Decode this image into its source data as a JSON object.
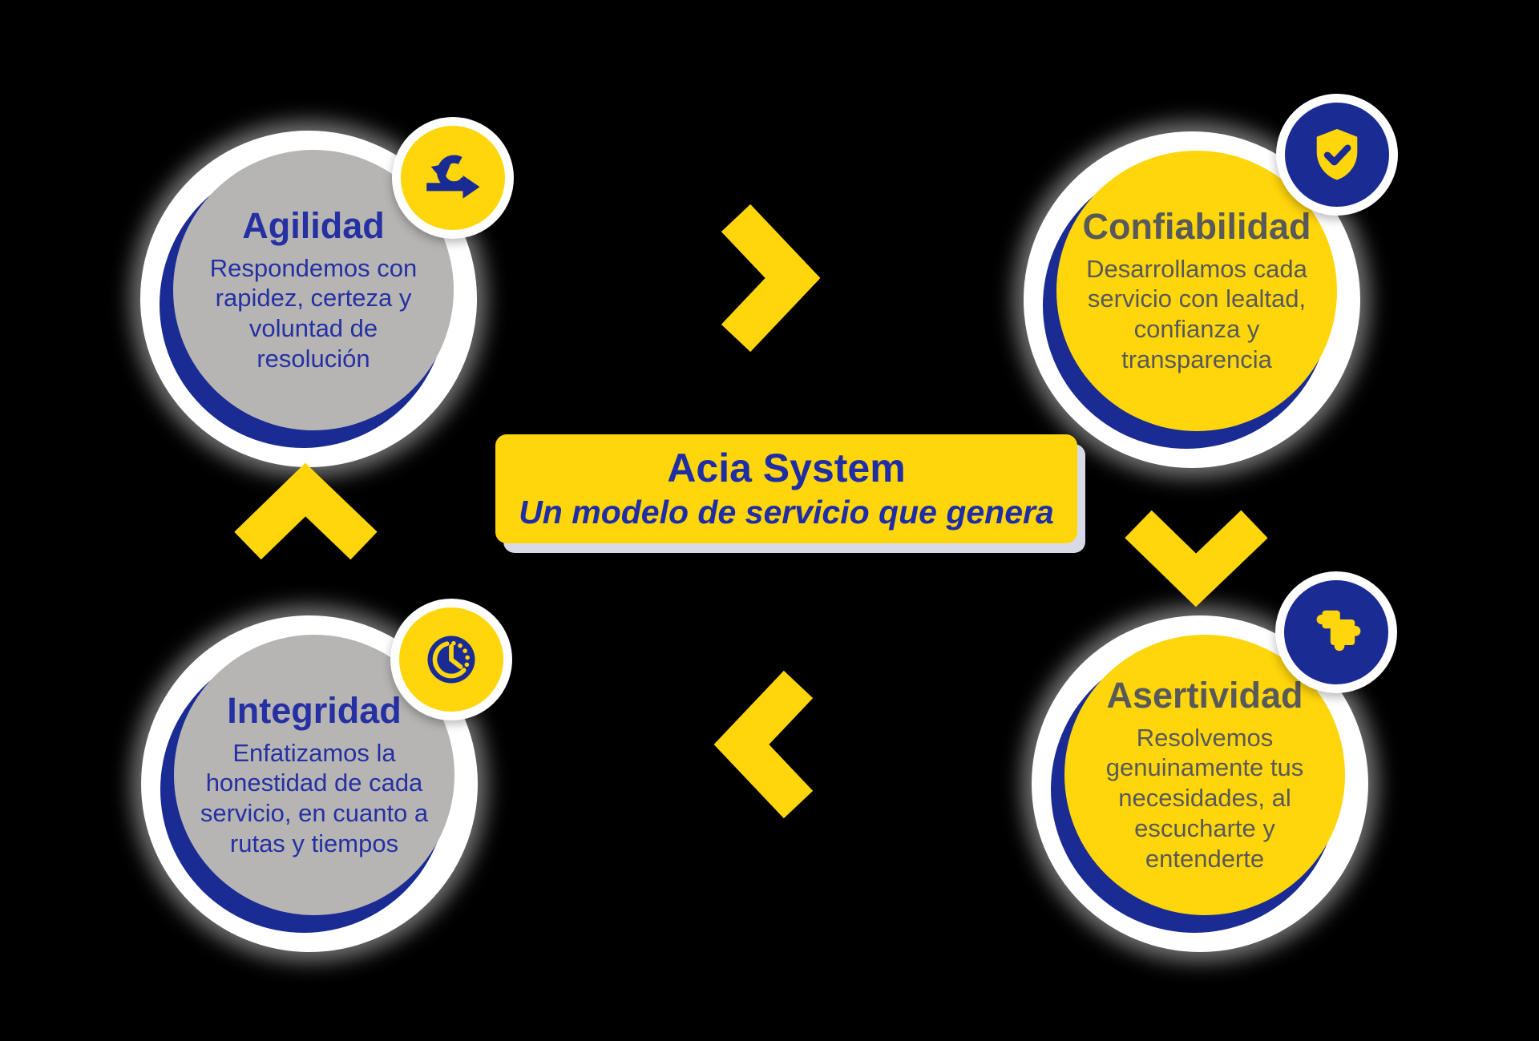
{
  "background": "#000000",
  "center_box": {
    "title": "Acia System",
    "subtitle": "Un modelo de servicio que genera"
  },
  "nodes": [
    {
      "title": "Agilidad",
      "description": "Respondemos con rapidez, certeza y voluntad de resolución",
      "icon": "agile-cycle-icon",
      "circle_color": "#B6B5B4",
      "text_color": "#2530A3",
      "badge_color": "#FFD50B",
      "badge_icon_color": "#1A2B94"
    },
    {
      "title": "Confiabilidad",
      "description": "Desarrollamos cada servicio con lealtad, confianza y transparencia",
      "icon": "shield-check-icon",
      "circle_color": "#FFD50B",
      "text_color": "#58595B",
      "badge_color": "#1A2B94",
      "badge_icon_color": "#FFD50B"
    },
    {
      "title": "Integridad",
      "description": "Enfatizamos la honestidad de cada servicio, en cuanto a rutas y tiempos",
      "icon": "clock-icon",
      "circle_color": "#B6B5B4",
      "text_color": "#2530A3",
      "badge_color": "#FFD50B",
      "badge_icon_color": "#1A2B94"
    },
    {
      "title": "Asertividad",
      "description": "Resolvemos genuinamente tus necesidades, al escucharte y entenderte",
      "icon": "puzzle-icon",
      "circle_color": "#FFD50B",
      "text_color": "#58595B",
      "badge_color": "#1A2B94",
      "badge_icon_color": "#FFD50B"
    }
  ],
  "arrows": [
    "chevron-right",
    "chevron-down",
    "chevron-left",
    "chevron-up"
  ],
  "colors": {
    "yellow": "#FFD50B",
    "navy": "#1A2B94",
    "blue_text": "#2530A3",
    "gray_circle": "#B6B5B4",
    "gray_text": "#58595B",
    "box_shadow": "#D8DAE8",
    "glow_white": "#FFFFFF"
  }
}
